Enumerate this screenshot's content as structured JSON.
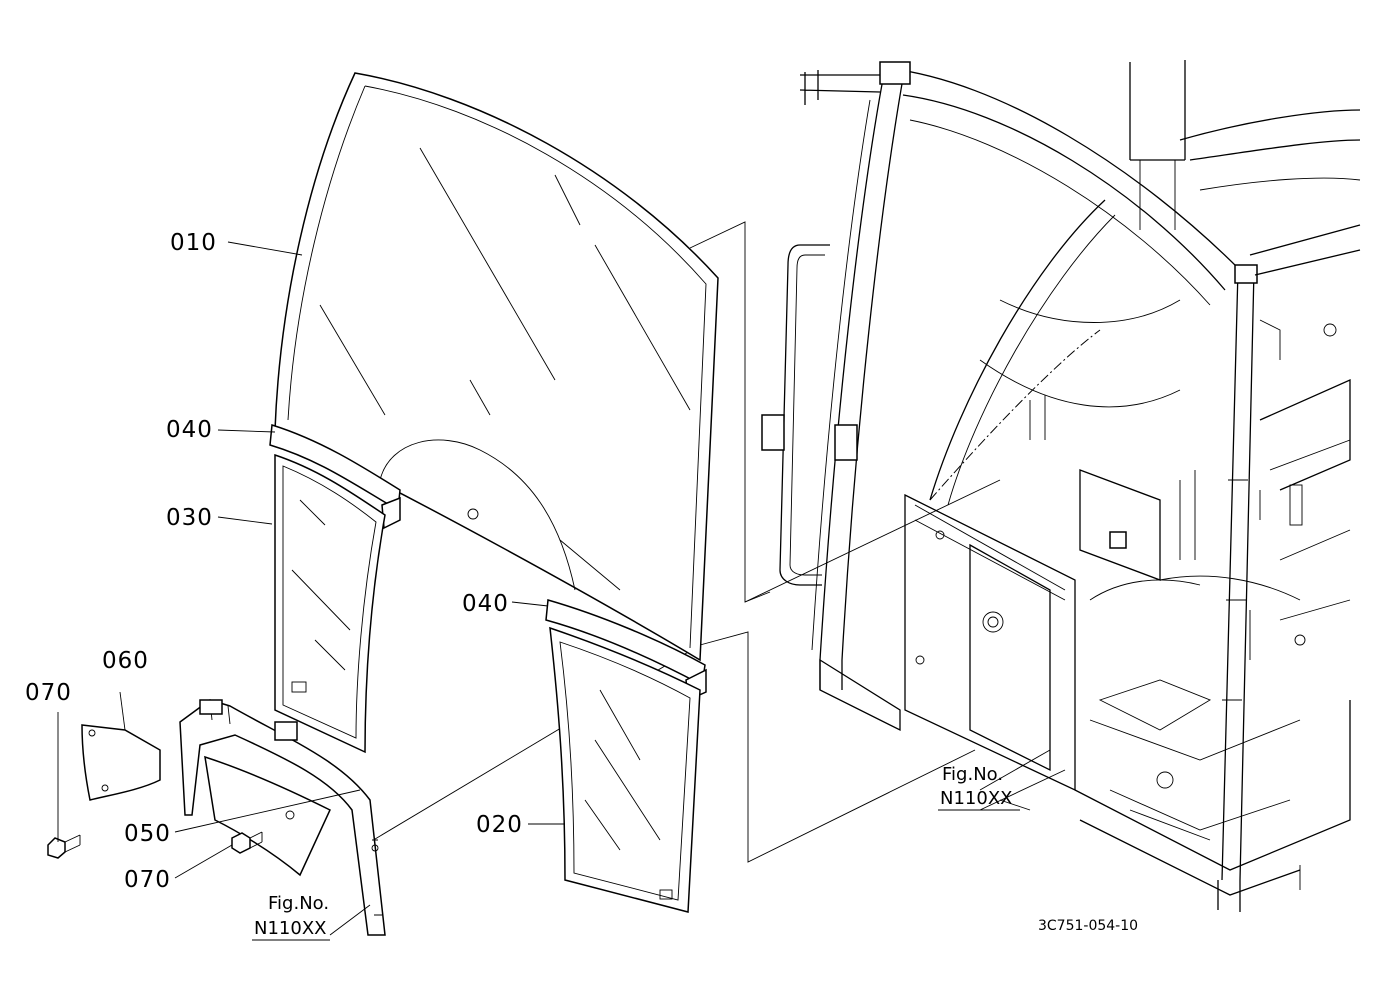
{
  "diagram": {
    "parts": [
      {
        "id": "010",
        "label": "010"
      },
      {
        "id": "040a",
        "label": "040"
      },
      {
        "id": "030",
        "label": "030"
      },
      {
        "id": "040b",
        "label": "040"
      },
      {
        "id": "060",
        "label": "060"
      },
      {
        "id": "070a",
        "label": "070"
      },
      {
        "id": "050",
        "label": "050"
      },
      {
        "id": "070b",
        "label": "070"
      },
      {
        "id": "020",
        "label": "020"
      }
    ],
    "figure_refs": [
      {
        "line1": "Fig.No.",
        "line2": "N110XX"
      },
      {
        "line1": "Fig.No.",
        "line2": "N110XX"
      }
    ],
    "drawing_code": "3C751-054-10"
  }
}
